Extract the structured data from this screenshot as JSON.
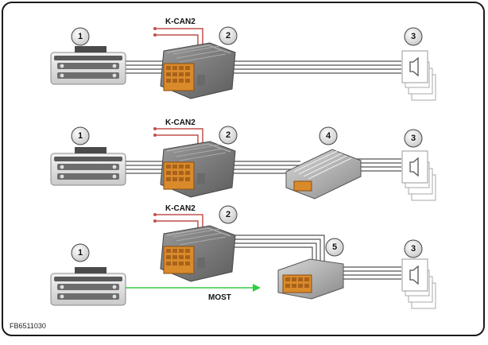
{
  "labels": {
    "kcan": "K-CAN2",
    "most": "MOST",
    "figure_id": "FB6511030"
  },
  "callouts": {
    "n1": "1",
    "n2": "2",
    "n3": "3",
    "n4": "4",
    "n5": "5"
  },
  "colors": {
    "frame": "#1a1a1a",
    "wire": "#555555",
    "can": "#c0504d",
    "most": "#33cc44",
    "connector": "#d98a2b",
    "circle_fill": "#e6e6e6"
  }
}
